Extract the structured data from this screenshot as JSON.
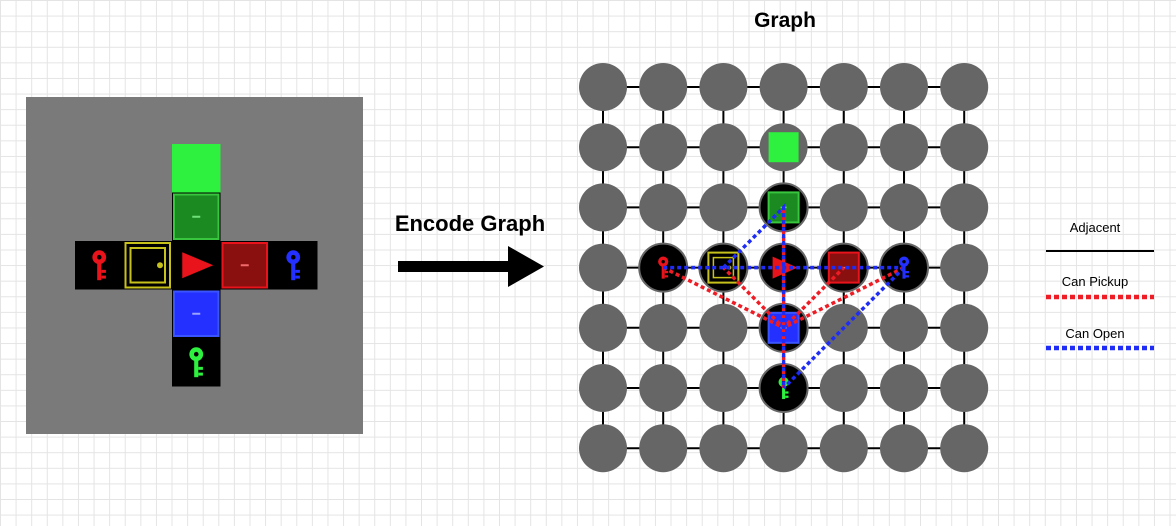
{
  "graph_title": "Graph",
  "arrow_label": "Encode Graph",
  "legend": {
    "adjacent": "Adjacent",
    "can_pickup": "Can Pickup",
    "can_open": "Can Open"
  },
  "colors": {
    "grid_floor": "#7a7a7a",
    "node_gray": "#666666",
    "green_goal": "#2ef03e",
    "green_door": "#1b8a21",
    "blue": "#2430ff",
    "red": "#e8131b",
    "dark_red": "#8a1010",
    "yellow": "#c7c11c",
    "pickup_line": "#ee1c25",
    "open_line": "#1e2cf5"
  },
  "env_cells": [
    {
      "name": "green-goal-tile",
      "row": 0,
      "col": 2,
      "kind": "goal",
      "color": "green"
    },
    {
      "name": "green-door-tile",
      "row": 1,
      "col": 2,
      "kind": "door",
      "color": "green"
    },
    {
      "name": "red-key-tile",
      "row": 2,
      "col": 0,
      "kind": "key",
      "color": "red"
    },
    {
      "name": "yellow-door-tile",
      "row": 2,
      "col": 1,
      "kind": "door",
      "color": "yellow"
    },
    {
      "name": "agent-tile",
      "row": 2,
      "col": 2,
      "kind": "agent",
      "color": "red"
    },
    {
      "name": "red-door-tile",
      "row": 2,
      "col": 3,
      "kind": "door",
      "color": "red"
    },
    {
      "name": "blue-key-tile",
      "row": 2,
      "col": 4,
      "kind": "key",
      "color": "blue"
    },
    {
      "name": "blue-door-tile",
      "row": 3,
      "col": 2,
      "kind": "door",
      "color": "blue"
    },
    {
      "name": "green-key-tile",
      "row": 4,
      "col": 2,
      "kind": "key",
      "color": "green"
    }
  ],
  "graph_nodes": [
    {
      "name": "node-green-goal",
      "row": 1,
      "col": 3,
      "kind": "goal",
      "color": "green"
    },
    {
      "name": "node-green-door",
      "row": 2,
      "col": 3,
      "kind": "door",
      "color": "green"
    },
    {
      "name": "node-red-key",
      "row": 3,
      "col": 1,
      "kind": "key",
      "color": "red"
    },
    {
      "name": "node-yellow-door",
      "row": 3,
      "col": 2,
      "kind": "door",
      "color": "yellow"
    },
    {
      "name": "node-agent",
      "row": 3,
      "col": 3,
      "kind": "agent",
      "color": "red"
    },
    {
      "name": "node-red-door",
      "row": 3,
      "col": 4,
      "kind": "door",
      "color": "red"
    },
    {
      "name": "node-blue-key",
      "row": 3,
      "col": 5,
      "kind": "key",
      "color": "blue"
    },
    {
      "name": "node-blue-door",
      "row": 4,
      "col": 3,
      "kind": "door",
      "color": "blue"
    },
    {
      "name": "node-green-key",
      "row": 5,
      "col": 3,
      "kind": "key",
      "color": "green"
    }
  ],
  "pickup_edges": [
    {
      "name": "pickup-red-key-red-door",
      "points": [
        [
          3,
          1
        ],
        [
          4,
          3
        ],
        [
          3,
          4
        ]
      ]
    },
    {
      "name": "pickup-green-key-green-door",
      "points": [
        [
          5,
          3
        ],
        [
          3,
          3
        ],
        [
          2,
          3
        ]
      ]
    },
    {
      "name": "pickup-blue-key-blue-door",
      "points": [
        [
          3,
          5
        ],
        [
          4,
          3
        ],
        [
          3,
          2
        ]
      ]
    }
  ],
  "open_edges": [
    {
      "name": "open-blue-key-blue-door",
      "points": [
        [
          3,
          5
        ],
        [
          4,
          4
        ],
        [
          5,
          3
        ]
      ]
    },
    {
      "name": "open-red-key-red-door",
      "points": [
        [
          3,
          1
        ],
        [
          3,
          3
        ],
        [
          3,
          5
        ]
      ]
    },
    {
      "name": "open-green-door-yellow",
      "points": [
        [
          3,
          2
        ],
        [
          2,
          3
        ],
        [
          4,
          3
        ],
        [
          5,
          3
        ]
      ]
    }
  ]
}
